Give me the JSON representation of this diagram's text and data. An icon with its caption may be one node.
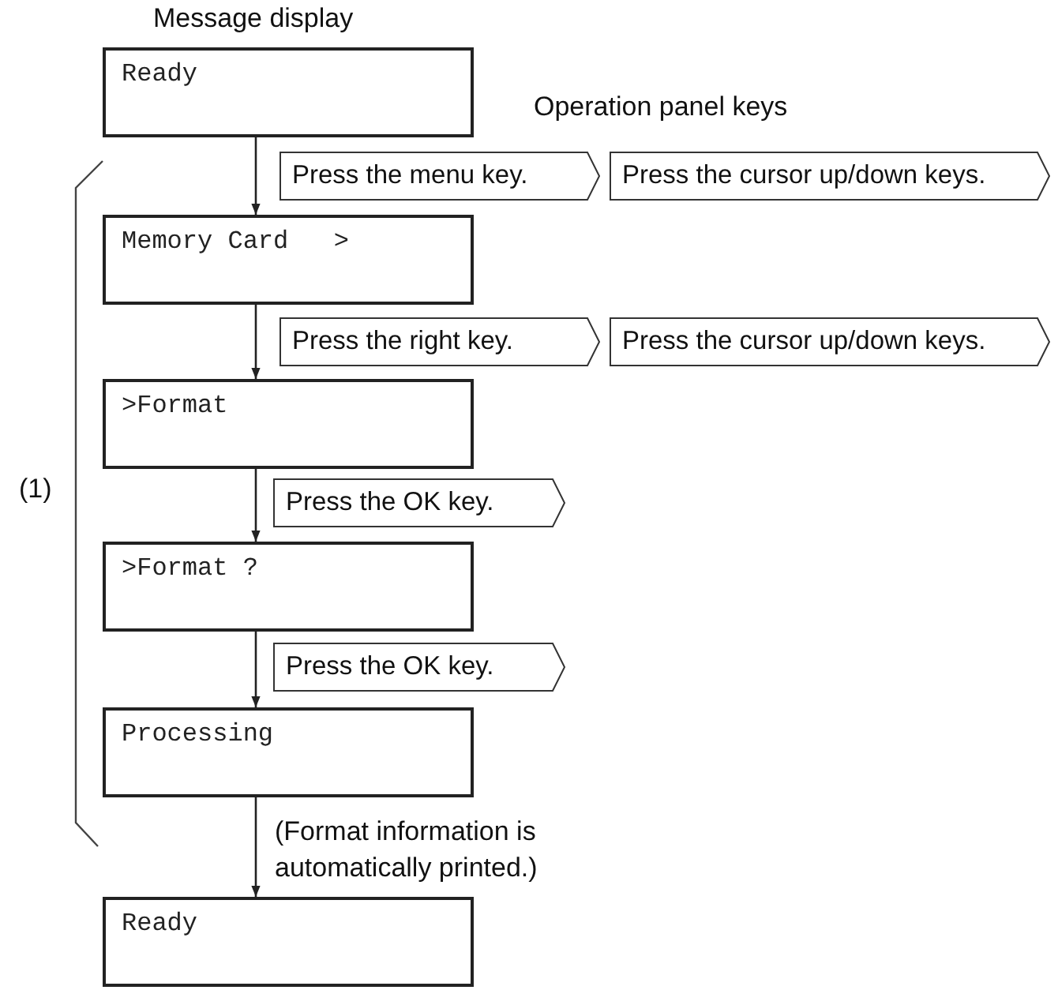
{
  "diagram": {
    "nodes": [
      {
        "text": [
          "Ready"
        ]
      },
      {
        "text": [
          "Press the menu key."
        ]
      },
      {
        "text": [
          "Press the cursor up/down keys."
        ]
      },
      {
        "text": [
          "Memory Card   >"
        ]
      },
      {
        "text": [
          "Press the right key."
        ]
      },
      {
        "text": [
          "Press the cursor up/down keys."
        ]
      },
      {
        "text": [
          ">Format"
        ]
      },
      {
        "text": [
          "Press the OK key."
        ]
      },
      {
        "text": [
          ">Format ?"
        ]
      },
      {
        "text": [
          "Press the OK key."
        ]
      },
      {
        "text": [
          "Processing"
        ]
      },
      {
        "text": [
          "Ready"
        ]
      }
    ],
    "edges": [
      {
        "from": 0,
        "to": 3,
        "arrow": "to"
      },
      {
        "from": 3,
        "to": 6,
        "arrow": "to"
      },
      {
        "from": 6,
        "to": 8,
        "arrow": "to"
      },
      {
        "from": 8,
        "to": 10,
        "arrow": "to"
      },
      {
        "from": 10,
        "to": 11,
        "arrow": "to",
        "label": "(Format information is automatically printed.)"
      }
    ],
    "labels": [
      "Message display",
      "Operation panel keys",
      "(1)"
    ]
  }
}
